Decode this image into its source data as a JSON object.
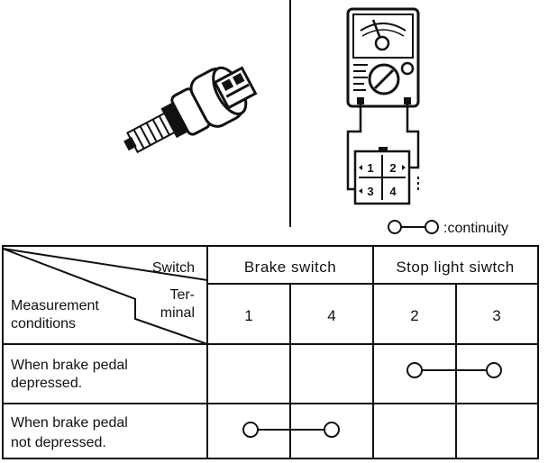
{
  "legend": {
    "continuity_label": ":continuity"
  },
  "connector": {
    "pins": [
      "1",
      "2",
      "3",
      "4"
    ]
  },
  "table": {
    "corner": {
      "switch_label": "Switch",
      "terminal_label_line1": "Ter-",
      "terminal_label_line2": "minal",
      "measurement_label_line1": "Measurement",
      "measurement_label_line2": "conditions"
    },
    "groups": [
      {
        "label": "Brake switch",
        "terminals": [
          "1",
          "4"
        ]
      },
      {
        "label": "Stop light siwtch",
        "terminals": [
          "2",
          "3"
        ]
      }
    ],
    "rows": [
      {
        "line1": "When brake pedal",
        "line2": "depressed.",
        "continuity": [
          "2",
          "3"
        ]
      },
      {
        "line1": "When brake pedal",
        "line2": "not depressed.",
        "continuity": [
          "1",
          "4"
        ]
      }
    ]
  }
}
